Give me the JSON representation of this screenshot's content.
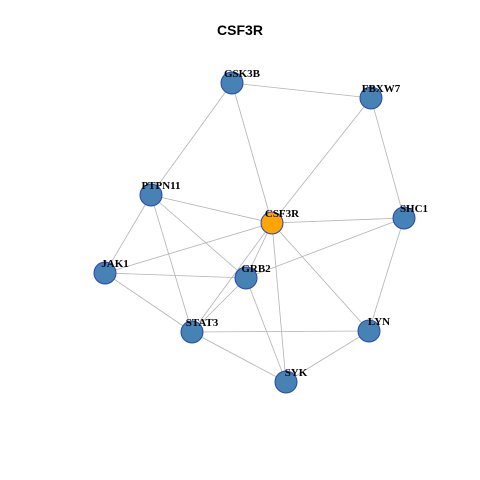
{
  "title": "CSF3R",
  "colors": {
    "node_fill": "#4682b4",
    "node_stroke": "#2747b5",
    "center_fill": "#ffa500",
    "center_stroke": "#2747b5",
    "edge": "#b3b3b3",
    "label": "#000000"
  },
  "nodes": [
    {
      "id": "CSF3R",
      "label": "CSF3R",
      "center": true
    },
    {
      "id": "GSK3B",
      "label": "GSK3B",
      "center": false
    },
    {
      "id": "FBXW7",
      "label": "FBXW7",
      "center": false
    },
    {
      "id": "PTPN11",
      "label": "PTPN11",
      "center": false
    },
    {
      "id": "SHC1",
      "label": "SHC1",
      "center": false
    },
    {
      "id": "JAK1",
      "label": "JAK1",
      "center": false
    },
    {
      "id": "GRB2",
      "label": "GRB2",
      "center": false
    },
    {
      "id": "STAT3",
      "label": "STAT3",
      "center": false
    },
    {
      "id": "LYN",
      "label": "LYN",
      "center": false
    },
    {
      "id": "SYK",
      "label": "SYK",
      "center": false
    }
  ],
  "edges": [
    [
      "GSK3B",
      "FBXW7"
    ],
    [
      "GSK3B",
      "PTPN11"
    ],
    [
      "GSK3B",
      "CSF3R"
    ],
    [
      "FBXW7",
      "CSF3R"
    ],
    [
      "FBXW7",
      "SHC1"
    ],
    [
      "PTPN11",
      "CSF3R"
    ],
    [
      "PTPN11",
      "JAK1"
    ],
    [
      "PTPN11",
      "GRB2"
    ],
    [
      "PTPN11",
      "STAT3"
    ],
    [
      "CSF3R",
      "SHC1"
    ],
    [
      "CSF3R",
      "JAK1"
    ],
    [
      "CSF3R",
      "GRB2"
    ],
    [
      "CSF3R",
      "STAT3"
    ],
    [
      "CSF3R",
      "LYN"
    ],
    [
      "CSF3R",
      "SYK"
    ],
    [
      "SHC1",
      "GRB2"
    ],
    [
      "SHC1",
      "LYN"
    ],
    [
      "JAK1",
      "GRB2"
    ],
    [
      "JAK1",
      "STAT3"
    ],
    [
      "GRB2",
      "STAT3"
    ],
    [
      "GRB2",
      "SYK"
    ],
    [
      "STAT3",
      "LYN"
    ],
    [
      "STAT3",
      "SYK"
    ],
    [
      "LYN",
      "SYK"
    ]
  ]
}
